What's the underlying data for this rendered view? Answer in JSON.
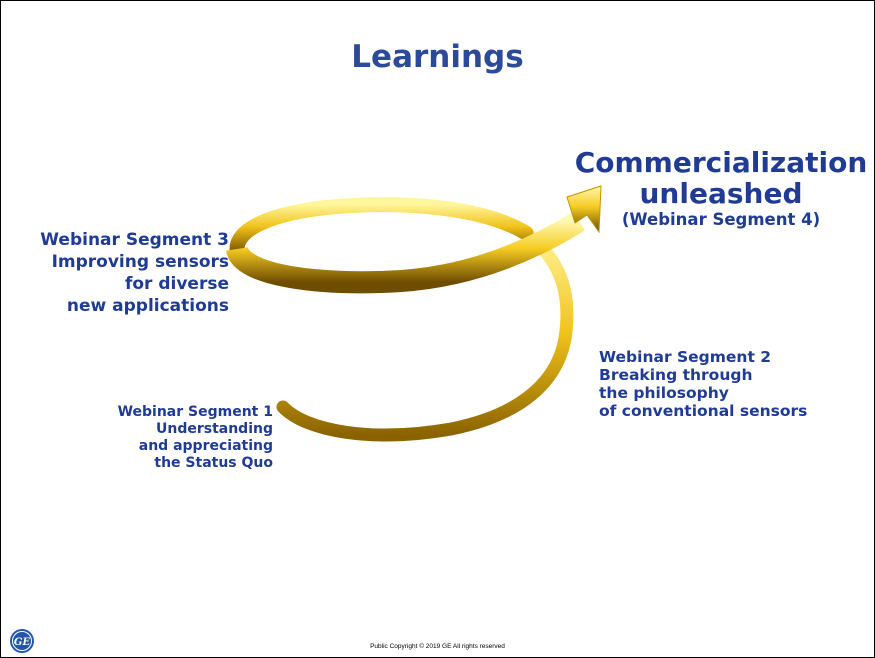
{
  "title": "Learnings",
  "segments": {
    "segment3": {
      "lines": [
        "Webinar Segment 3",
        "Improving sensors",
        "for diverse",
        "new applications"
      ]
    },
    "segment1": {
      "lines": [
        "Webinar Segment 1",
        "Understanding",
        "and appreciating",
        "the Status Quo"
      ]
    },
    "segment2": {
      "lines": [
        "Webinar Segment 2",
        "Breaking through",
        "the philosophy",
        "of conventional sensors"
      ]
    },
    "segment4": {
      "headline": [
        "Commercialization",
        "unleashed"
      ],
      "subline": "(Webinar Segment 4)"
    }
  },
  "footer": "Public Copyright © 2019 GE All rights reserved",
  "logo": {
    "icon": "ge-monogram-icon",
    "color": "#2356a8"
  },
  "colors": {
    "text": "#1f3b94",
    "arrow_light": "#fff59a",
    "arrow_mid": "#f1c21b",
    "arrow_dark": "#8a6300"
  }
}
